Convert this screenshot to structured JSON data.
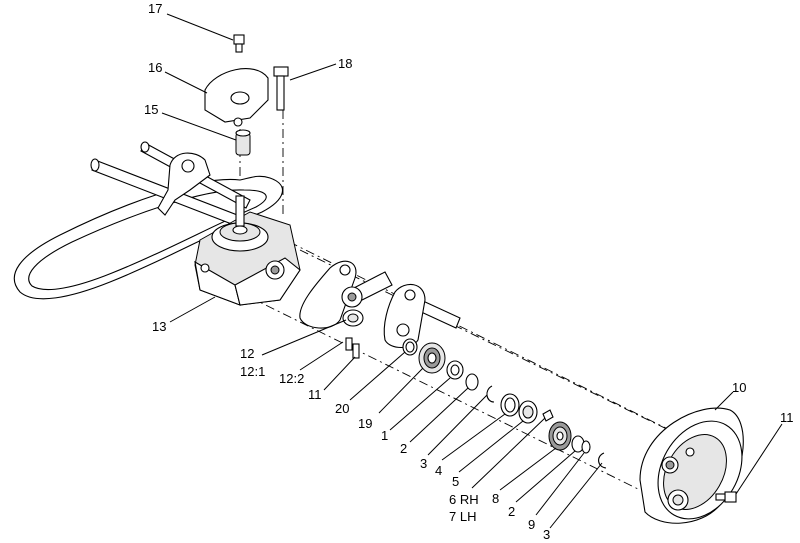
{
  "labels": {
    "p1": "1",
    "p2a": "2",
    "p2b": "2",
    "p3a": "3",
    "p3b": "3",
    "p4": "4",
    "p5": "5",
    "p6": "6 RH",
    "p7": "7 LH",
    "p8": "8",
    "p9": "9",
    "p10": "10",
    "p11a": "11",
    "p11b": "11",
    "p12": "12",
    "p12_1": "12:1",
    "p12_2": "12:2",
    "p13": "13",
    "p15": "15",
    "p16": "16",
    "p17": "17",
    "p18": "18",
    "p19": "19",
    "p20": "20"
  }
}
